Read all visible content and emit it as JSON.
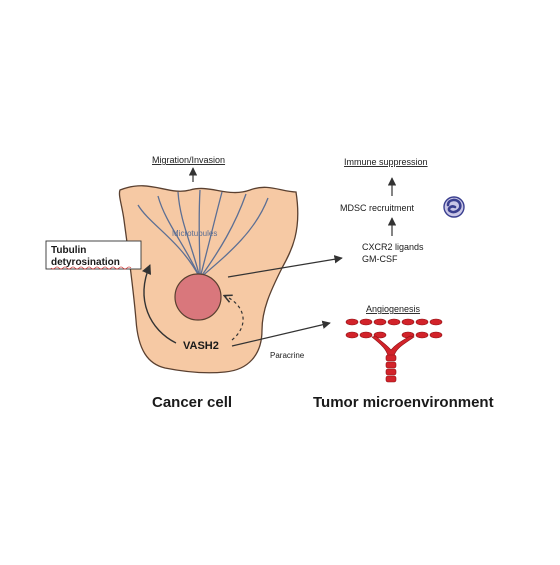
{
  "labels": {
    "migration": "Migration/Invasion",
    "microtubules": "Microtubules",
    "tubulin_line1": "Tubulin",
    "tubulin_line2": "detyrosination",
    "vash2": "VASH2",
    "paracrine": "Paracrine",
    "cancer_cell": "Cancer cell",
    "immune_suppression": "Immune suppression",
    "mdsc_recruitment": "MDSC recruitment",
    "cxcr2_ligands": "CXCR2 ligands",
    "gm_csf": "GM-CSF",
    "angiogenesis": "Angiogenesis",
    "tumor_microenvironment": "Tumor microenvironment"
  },
  "colors": {
    "cell_fill": "#f6c9a4",
    "cell_stroke": "#5a4030",
    "nucleus_fill": "#d9777c",
    "microtubule": "#5c6f94",
    "vessel": "#d2232a",
    "mdsc_cell": "#3a3f8f",
    "arrow": "#333333"
  }
}
